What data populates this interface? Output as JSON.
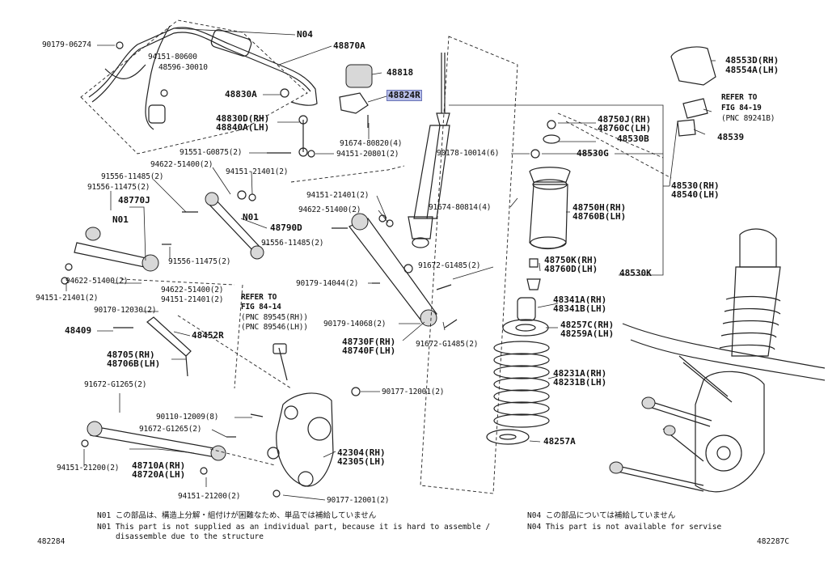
{
  "labels": {
    "l_90179_06274": "90179-06274",
    "l_N04": "N04",
    "l_48870A": "48870A",
    "l_94151_80600": "94151-80600",
    "l_48596_30010": "48596-30010",
    "l_48818": "48818",
    "l_48830A": "48830A",
    "l_48824R": "48824R",
    "l_48830D_RH": "48830D(RH)",
    "l_48840A_LH": "48840A(LH)",
    "l_91674_80820": "91674-80820(4)",
    "l_91551_G0875": "91551-G0875(2)",
    "l_94151_20801": "94151-20801(2)",
    "l_94622_51400a": "94622-51400(2)",
    "l_94151_21401a": "94151-21401(2)",
    "l_91556_11485a": "91556-11485(2)",
    "l_91556_11475a": "91556-11475(2)",
    "l_48770J": "48770J",
    "l_N01a": "N01",
    "l_N01b": "N01",
    "l_48790D": "48790D",
    "l_91556_11485b": "91556-11485(2)",
    "l_91556_11475b": "91556-11475(2)",
    "l_94622_51400b": "94622-51400(2)",
    "l_94151_21401b": "94151-21401(2)",
    "l_94622_51400c": "94622-51400(2)",
    "l_94151_21401c": "94151-21401(2)",
    "l_90170_12030": "90170-12030(2)",
    "l_48409": "48409",
    "l_48452R": "48452R",
    "l_48705_RH": "48705(RH)",
    "l_48706B_LH": "48706B(LH)",
    "l_91672_G1265a": "91672-G1265(2)",
    "l_90110_12009": "90110-12009(8)",
    "l_91672_G1265b": "91672-G1265(2)",
    "l_94151_21200a": "94151-21200(2)",
    "l_48710A_RH": "48710A(RH)",
    "l_48720A_LH": "48720A(LH)",
    "l_94151_21200b": "94151-21200(2)",
    "l_refer1": "REFER TO",
    "l_fig84_14": "FIG 84-14",
    "l_pnc89545": "(PNC 89545(RH))",
    "l_pnc89546": "(PNC 89546(LH))",
    "l_94151_21401d": "94151-21401(2)",
    "l_94622_51400d": "94622-51400(2)",
    "l_90179_14044": "90179-14044(2)",
    "l_90179_14068": "90179-14068(2)",
    "l_48730F_RH": "48730F(RH)",
    "l_48740F_LH": "48740F(LH)",
    "l_91674_80814": "91674-80814(4)",
    "l_91672_G1485a": "91672-G1485(2)",
    "l_91672_G1485b": "91672-G1485(2)",
    "l_90178_10014": "90178-10014(6)",
    "l_90177_12001a": "90177-12001(2)",
    "l_42304_RH": "42304(RH)",
    "l_42305_LH": "42305(LH)",
    "l_90177_12001b": "90177-12001(2)",
    "l_48553D_RH": "48553D(RH)",
    "l_48554A_LH": "48554A(LH)",
    "l_refer2": "REFER TO",
    "l_fig84_19": "FIG 84-19",
    "l_pnc89241B": "(PNC 89241B)",
    "l_48539": "48539",
    "l_48750J_RH": "48750J(RH)",
    "l_48760C_LH": "48760C(LH)",
    "l_48530B": "48530B",
    "l_48530G": "48530G",
    "l_48530_RH": "48530(RH)",
    "l_48540_LH": "48540(LH)",
    "l_48750H_RH": "48750H(RH)",
    "l_48760B_LH": "48760B(LH)",
    "l_48750K_RH": "48750K(RH)",
    "l_48760D_LH": "48760D(LH)",
    "l_48530K": "48530K",
    "l_48341A_RH": "48341A(RH)",
    "l_48341B_LH": "48341B(LH)",
    "l_48257C_RH": "48257C(RH)",
    "l_48259A_LH": "48259A(LH)",
    "l_48231A_RH": "48231A(RH)",
    "l_48231B_LH": "48231B(LH)",
    "l_48257A": "48257A"
  },
  "notes": {
    "n01_jp": "N01 この部品は、構造上分解・組付けが困難なため、単品では補給していません",
    "n01_en1": "N01 This part is not supplied as an individual part, because it is hard to assemble /",
    "n01_en2": "disassemble due to the structure",
    "n04_jp": "N04 この部品については補給していません",
    "n04_en": "N04 This part is not available for servise"
  },
  "footer": {
    "left_id": "482284",
    "right_id": "482287C"
  },
  "highlight": {
    "part": "48824R",
    "color": "#b8bfe8"
  }
}
